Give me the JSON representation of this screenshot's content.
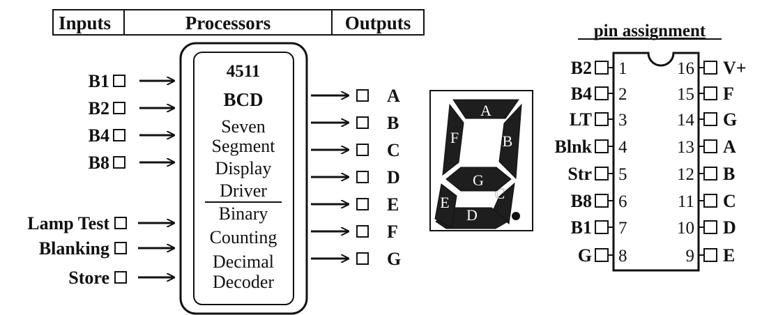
{
  "header": {
    "inputs_label": "Inputs",
    "processors_label": "Processors",
    "outputs_label": "Outputs"
  },
  "inputs_top": [
    "B1",
    "B2",
    "B4",
    "B8"
  ],
  "inputs_bottom": [
    "Lamp Test",
    "Blanking",
    "Store"
  ],
  "processor_lines": [
    "4511",
    "BCD",
    "Seven",
    "Segment",
    "Display",
    "Driver",
    "Binary",
    "Counting",
    "Decimal",
    "Decoder"
  ],
  "outputs": [
    "A",
    "B",
    "C",
    "D",
    "E",
    "F",
    "G"
  ],
  "seven_segment": {
    "segments": [
      "A",
      "B",
      "C",
      "D",
      "E",
      "F",
      "G"
    ]
  },
  "pin_assignment": {
    "title": "pin assignment",
    "left": [
      {
        "num": "1",
        "name": "B2"
      },
      {
        "num": "2",
        "name": "B4"
      },
      {
        "num": "3",
        "name": "LT"
      },
      {
        "num": "4",
        "name": "Blnk"
      },
      {
        "num": "5",
        "name": "Str"
      },
      {
        "num": "6",
        "name": "B8"
      },
      {
        "num": "7",
        "name": "B1"
      },
      {
        "num": "8",
        "name": "G"
      }
    ],
    "right": [
      {
        "num": "16",
        "name": "V+"
      },
      {
        "num": "15",
        "name": "F"
      },
      {
        "num": "14",
        "name": "G"
      },
      {
        "num": "13",
        "name": "A"
      },
      {
        "num": "12",
        "name": "B"
      },
      {
        "num": "11",
        "name": "C"
      },
      {
        "num": "10",
        "name": "D"
      },
      {
        "num": "9",
        "name": "E"
      }
    ]
  }
}
